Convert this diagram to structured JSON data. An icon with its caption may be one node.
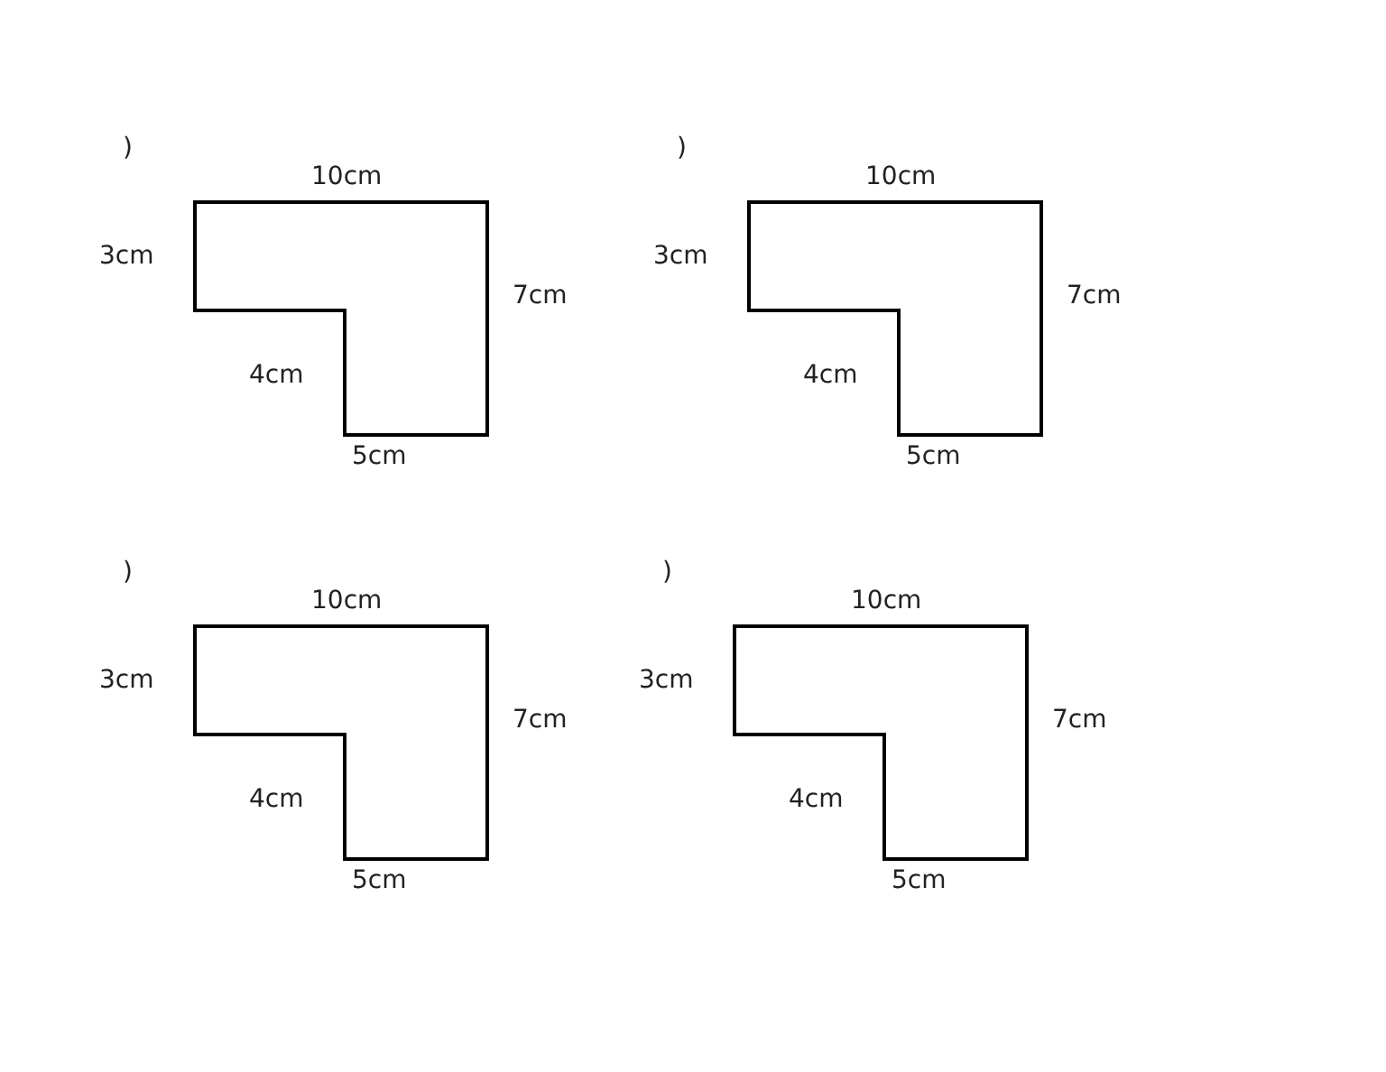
{
  "diagram": {
    "labels": [
      ")",
      "10cm",
      "3cm",
      "7cm",
      "4cm",
      "5cm",
      ")",
      "10cm",
      "3cm",
      "7cm",
      "4cm",
      "5cm",
      ")",
      "10cm",
      "3cm",
      "7cm",
      "4cm",
      "5cm",
      ")",
      "10cm",
      "3cm",
      "7cm",
      "4cm",
      "5cm"
    ]
  }
}
